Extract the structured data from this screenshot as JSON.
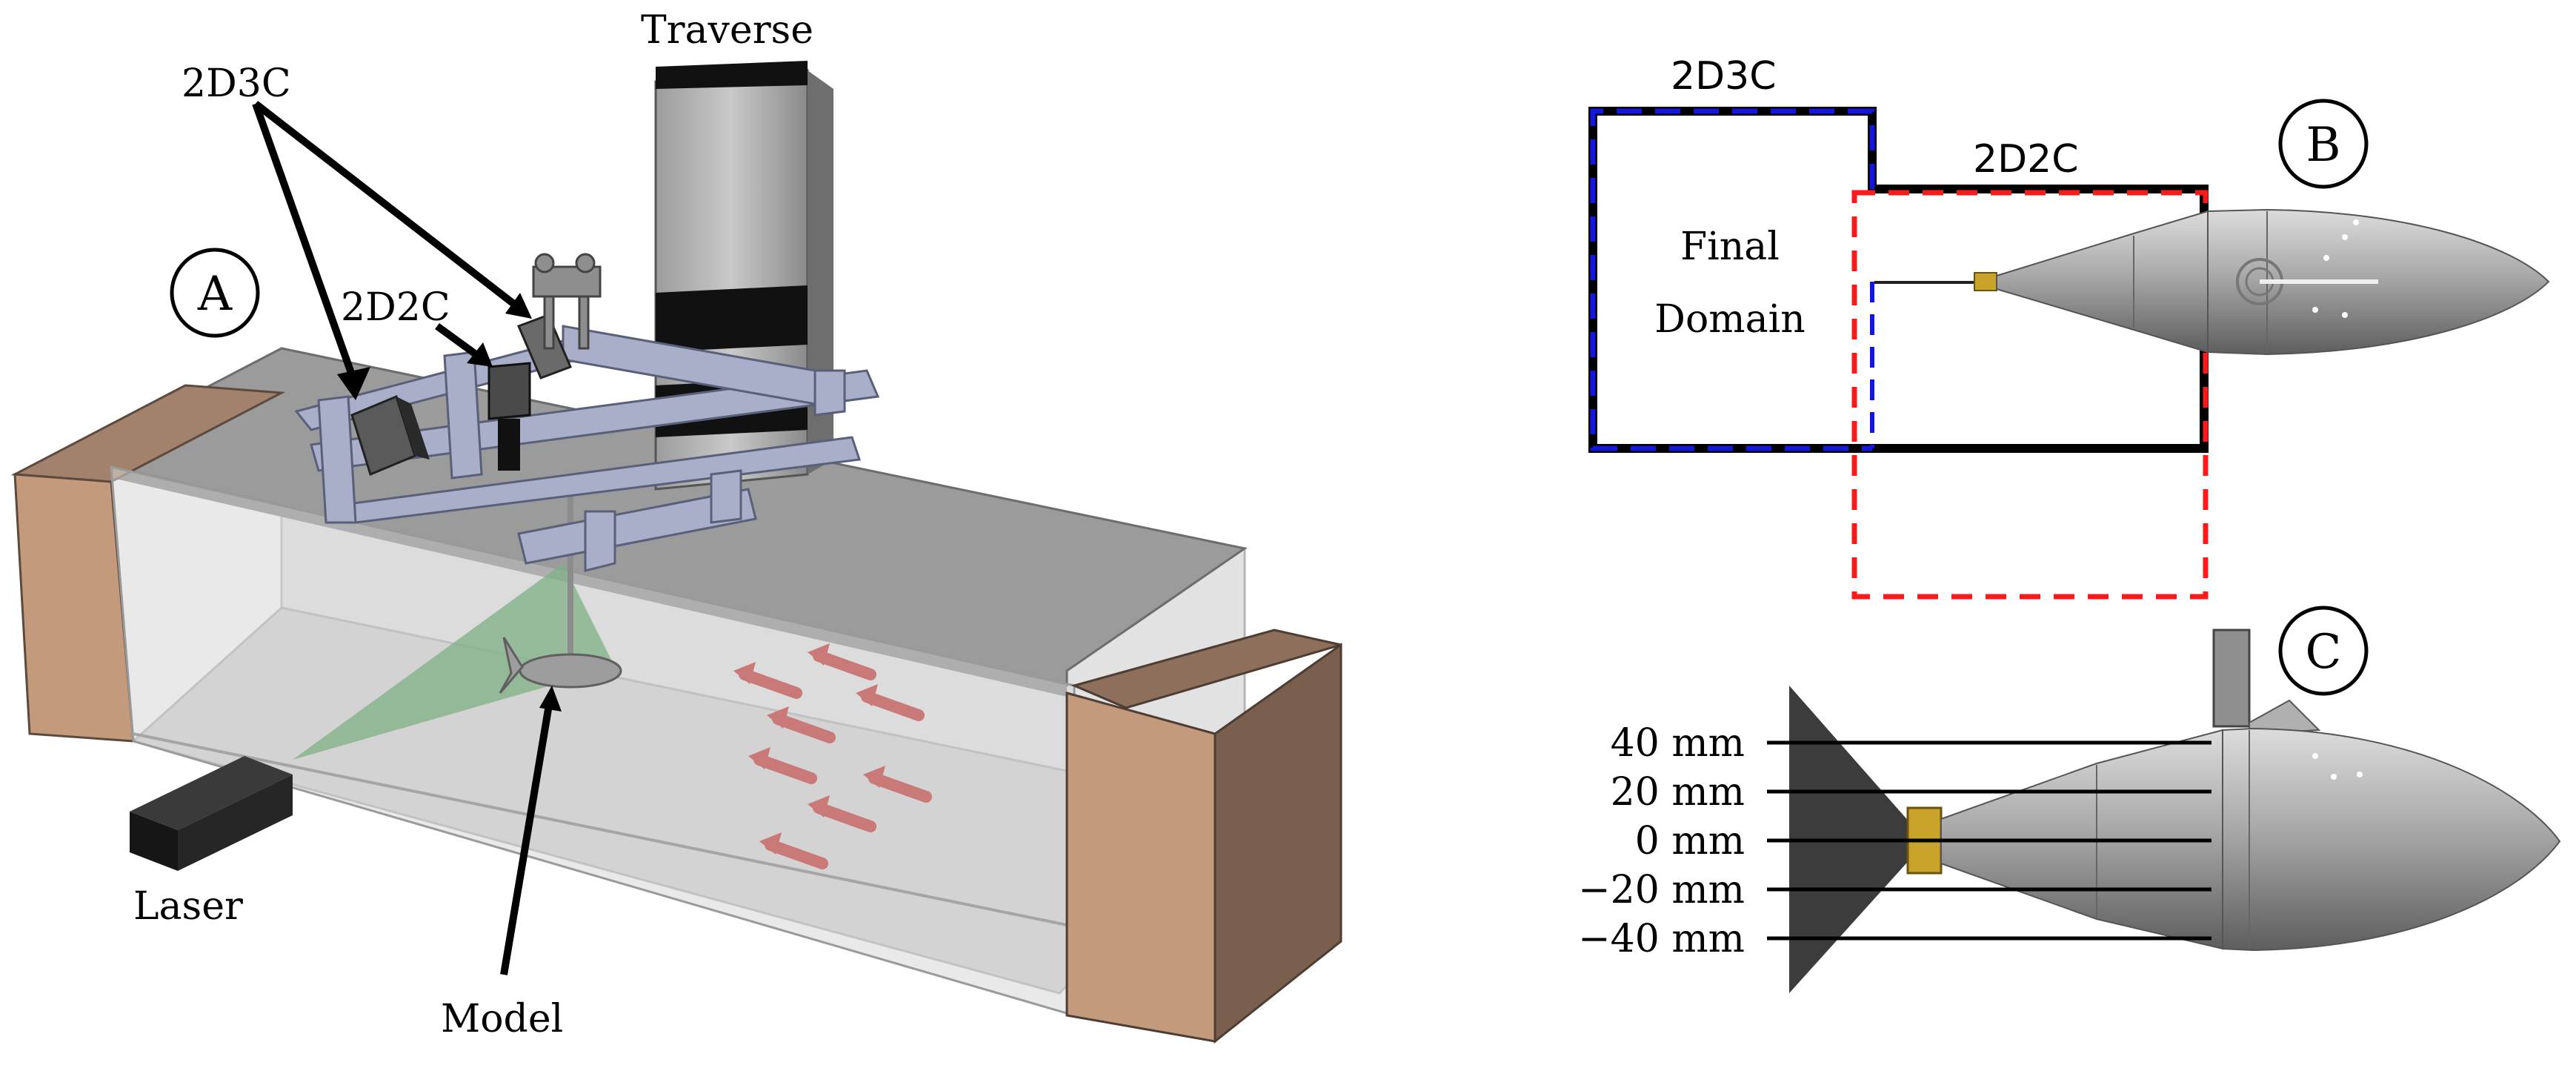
{
  "panel_a": {
    "marker": "A",
    "labels": {
      "traverse": "Traverse",
      "cam_3c": "2D3C",
      "cam_2c": "2D2C",
      "laser": "Laser",
      "model": "Model"
    }
  },
  "panel_b": {
    "marker": "B",
    "label_3c": "2D3C",
    "label_2c": "2D2C",
    "domain_line1": "Final",
    "domain_line2": "Domain"
  },
  "panel_c": {
    "marker": "C",
    "levels": [
      "40 mm",
      "20 mm",
      "0 mm",
      "−20 mm",
      "−40 mm"
    ]
  },
  "colors": {
    "blue": "#1515e0",
    "red": "#ff1a1a",
    "black": "#000000",
    "wood": "#c49a7c",
    "frame": "#a9aec9",
    "laser_sheet": "#7fb086",
    "arrow": "#c97a78",
    "model_grey": "#9a9a9a",
    "brass": "#c9a22a"
  }
}
